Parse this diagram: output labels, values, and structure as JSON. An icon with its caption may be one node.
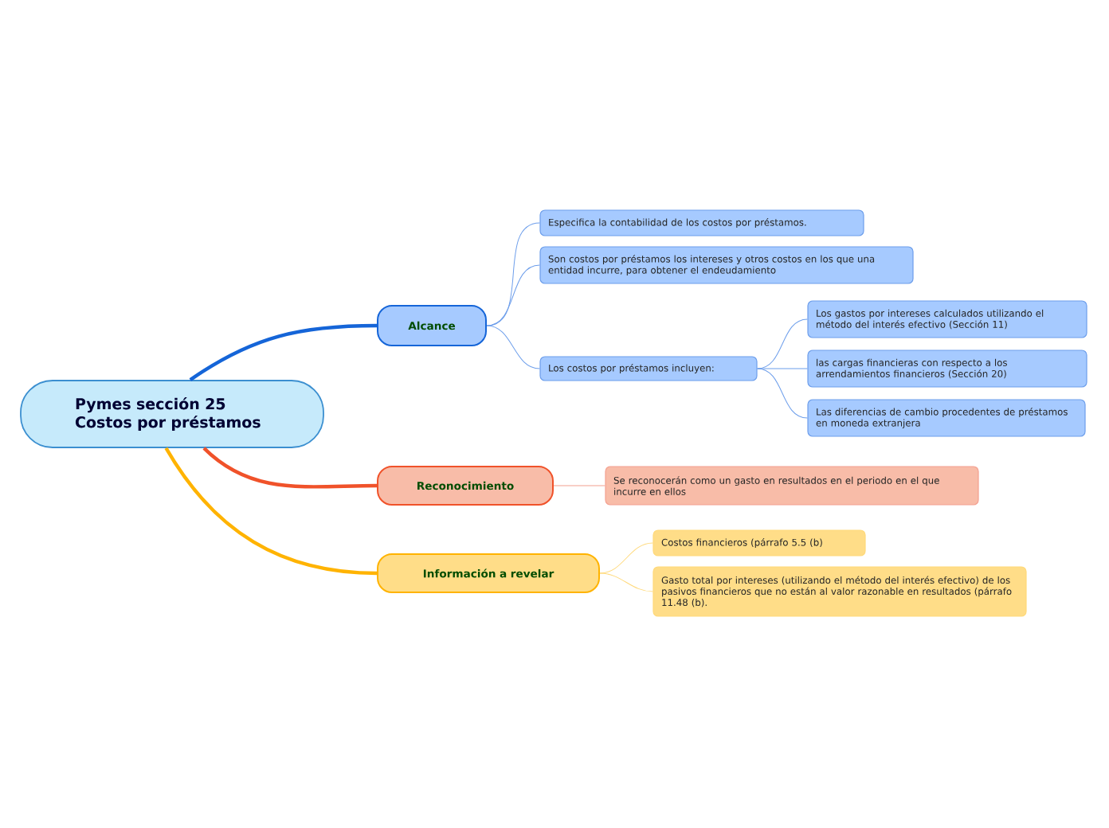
{
  "diagram": {
    "nodes": [
      {
        "text": [
          "Pymes sección 25 Costos por préstamos"
        ]
      },
      {
        "text": [
          "Alcance"
        ]
      },
      {
        "text": [
          "Especifica la contabilidad de los costos por préstamos."
        ]
      },
      {
        "text": [
          "Son costos por préstamos los intereses y otros costos en los que una entidad incurre, para obtener el endeudamiento"
        ]
      },
      {
        "text": [
          "Los costos por préstamos incluyen:"
        ]
      },
      {
        "text": [
          "Los gastos por intereses calculados utilizando el método del interés efectivo (Sección 11)"
        ]
      },
      {
        "text": [
          "las cargas financieras con respecto a los arrendamientos financieros (Sección 20)"
        ]
      },
      {
        "text": [
          "Las diferencias de cambio procedentes de préstamos en moneda extranjera"
        ]
      },
      {
        "text": [
          "Reconocimiento"
        ]
      },
      {
        "text": [
          "Se reconocerán como un gasto en resultados en el periodo en el que incurre en ellos"
        ]
      },
      {
        "text": [
          "Información a revelar"
        ]
      },
      {
        "text": [
          "Costos financieros (párrafo 5.5 (b)"
        ]
      },
      {
        "text": [
          "Gasto total por intereses (utilizando el método del interés efectivo) de los pasivos financieros que no están al valor razonable en resultados (párrafo 11.48 (b)."
        ]
      }
    ],
    "edges": [
      {
        "from": 0,
        "to": 1,
        "arrow": "none",
        "style": "thick",
        "color": "#1565d8"
      },
      {
        "from": 1,
        "to": 2,
        "arrow": "none",
        "color": "#6d9eeb"
      },
      {
        "from": 1,
        "to": 3,
        "arrow": "none",
        "color": "#6d9eeb"
      },
      {
        "from": 1,
        "to": 4,
        "arrow": "none",
        "color": "#6d9eeb"
      },
      {
        "from": 4,
        "to": 5,
        "arrow": "none",
        "color": "#6d9eeb"
      },
      {
        "from": 4,
        "to": 6,
        "arrow": "none",
        "color": "#6d9eeb"
      },
      {
        "from": 4,
        "to": 7,
        "arrow": "none",
        "color": "#6d9eeb"
      },
      {
        "from": 0,
        "to": 8,
        "arrow": "none",
        "style": "thick",
        "color": "#f0522a"
      },
      {
        "from": 8,
        "to": 9,
        "arrow": "none",
        "color": "#f4a090"
      },
      {
        "from": 0,
        "to": 10,
        "arrow": "none",
        "style": "thick",
        "color": "#ffb300"
      },
      {
        "from": 10,
        "to": 11,
        "arrow": "none",
        "color": "#ffd97a"
      },
      {
        "from": 10,
        "to": 12,
        "arrow": "none",
        "color": "#ffd97a"
      }
    ]
  }
}
